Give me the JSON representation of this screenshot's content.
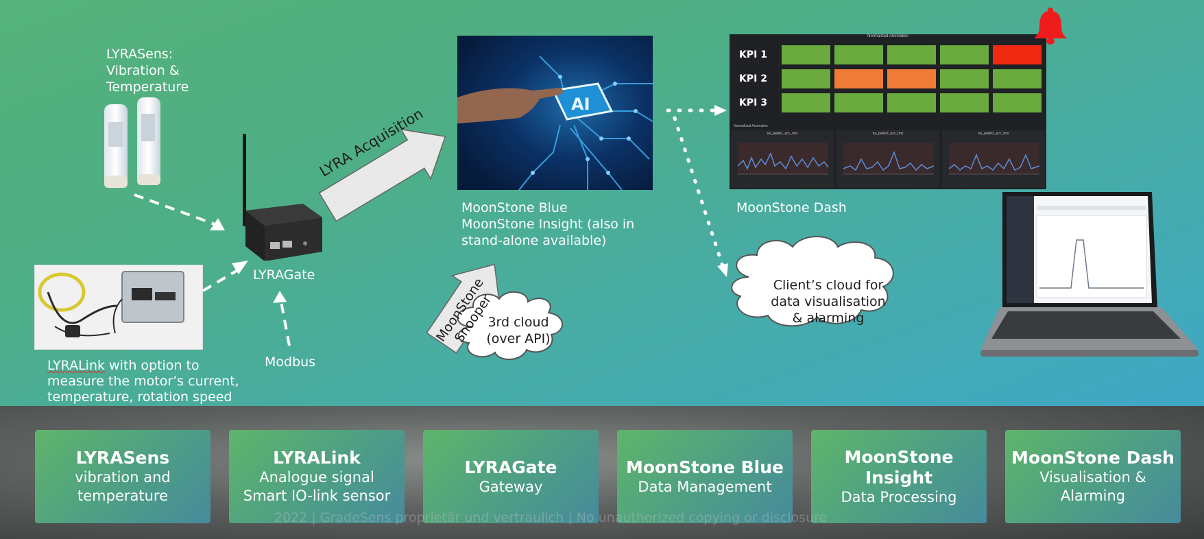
{
  "labels": {
    "lyrasens_caption": [
      "LYRASens:",
      "Vibration &",
      "Temperature"
    ],
    "lyralink_caption_word": "LYRALink",
    "lyralink_caption_rest": " with option to",
    "lyralink_caption_lines": [
      "measure the motor’s current,",
      "temperature, rotation speed"
    ],
    "lyragate_caption": "LYRAGate",
    "modbus_caption": "Modbus",
    "acquisition_arrow": "LYRA Acquisition",
    "snooper_arrow": [
      "MoonStone",
      "Snooper"
    ],
    "third_cloud": [
      "3rd cloud",
      "(over API)"
    ],
    "moonstone_caption": [
      "MoonStone Blue",
      "MoonStone Insight (also in",
      "stand-alone available)"
    ],
    "dash_caption": "MoonStone Dash",
    "client_cloud": [
      "Client’s cloud for",
      "data visualisation",
      "& alarming"
    ],
    "ai_chip_text": "AI"
  },
  "dashboard": {
    "header": "Normalized Anomalies",
    "subheader": "Normalized Anomalies",
    "kpis": [
      {
        "name": "KPI 1",
        "cells": [
          "green",
          "green",
          "green",
          "green",
          "red"
        ]
      },
      {
        "name": "KPI 2",
        "cells": [
          "green",
          "orange",
          "orange",
          "green",
          "green"
        ]
      },
      {
        "name": "KPI 3",
        "cells": [
          "green",
          "green",
          "green",
          "green",
          "green"
        ]
      }
    ],
    "cell_colors": {
      "green": "#6aaa3e",
      "orange": "#ef7b36",
      "red": "#f02a12"
    },
    "charts": [
      "na_pallet1_acc_rms",
      "na_pallet2_acc_rms",
      "na_pallet3_acc_rms"
    ]
  },
  "footer": {
    "cards": [
      {
        "title": [
          "LYRASens"
        ],
        "sub": [
          "vibration and",
          "temperature"
        ]
      },
      {
        "title": [
          "LYRALink"
        ],
        "sub": [
          "Analogue signal",
          "Smart IO-link sensor"
        ]
      },
      {
        "title": [
          "LYRAGate"
        ],
        "sub": [
          "Gateway"
        ]
      },
      {
        "title": [
          "MoonStone Blue"
        ],
        "sub": [
          "Data Management"
        ]
      },
      {
        "title": [
          "MoonStone",
          "Insight"
        ],
        "sub": [
          "Data Processing"
        ]
      },
      {
        "title": [
          "MoonStone Dash"
        ],
        "sub": [
          "Visualisation &",
          "Alarming"
        ]
      }
    ],
    "copyright": "2022 | GradeSens proprietär und vertraulich | No unauthorized copying or disclosure"
  },
  "colors": {
    "alarm_bell": "#ee1c1c",
    "arrow_fill": "#e9e9e9"
  }
}
